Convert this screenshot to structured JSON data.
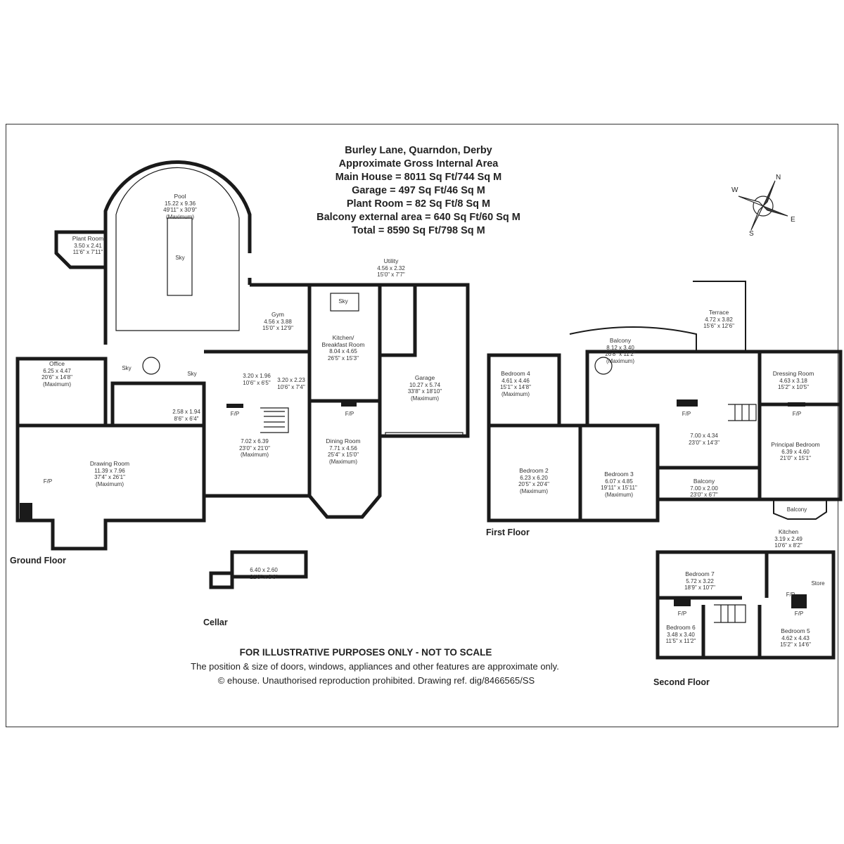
{
  "header": {
    "address": "Burley Lane, Quarndon, Derby",
    "area_title": "Approximate Gross Internal Area",
    "main_house": "Main House = 8011 Sq Ft/744 Sq M",
    "garage": "Garage = 497 Sq Ft/46 Sq M",
    "plant_room": "Plant Room = 82 Sq Ft/8 Sq M",
    "balcony": "Balcony external area = 640 Sq Ft/60 Sq M",
    "total": "Total = 8590 Sq Ft/798 Sq M"
  },
  "compass": {
    "n": "N",
    "e": "E",
    "s": "S",
    "w": "W"
  },
  "floors": {
    "ground": "Ground Floor",
    "cellar": "Cellar",
    "first": "First Floor",
    "second": "Second Floor"
  },
  "ground_rooms": {
    "plant_room": {
      "name": "Plant Room",
      "m": "3.50 x 2.41",
      "ft": "11'6\" x 7'11\""
    },
    "pool": {
      "name": "Pool",
      "m": "15.22 x 9.36",
      "ft": "49'11\" x 30'9\"",
      "note": "(Maximum)"
    },
    "pool_sky": "Sky",
    "sky_left": "Sky",
    "sky_right": "Sky",
    "office": {
      "name": "Office",
      "m": "6.25 x 4.47",
      "ft": "20'6\" x 14'8\"",
      "note": "(Maximum)"
    },
    "drawing_room": {
      "name": "Drawing Room",
      "m": "11.39 x 7.96",
      "ft": "37'4\" x 26'1\"",
      "note": "(Maximum)"
    },
    "drawing_fp": "F/P",
    "gym": {
      "name": "Gym",
      "m": "4.56 x 3.88",
      "ft": "15'0\" x 12'9\""
    },
    "small_a": {
      "m": "3.20 x 1.96",
      "ft": "10'6\" x 6'5\""
    },
    "small_b": {
      "m": "3.20 x 2.23",
      "ft": "10'6\" x 7'4\""
    },
    "small_c": {
      "m": "2.58 x 1.94",
      "ft": "8'6\" x 6'4\""
    },
    "hall": {
      "m": "7.02 x 6.39",
      "ft": "23'0\" x 21'0\"",
      "note": "(Maximum)"
    },
    "hall_fp": "F/P",
    "kitchen": {
      "name": "Kitchen/",
      "name2": "Breakfast Room",
      "m": "8.04 x 4.65",
      "ft": "26'5\" x 15'3\""
    },
    "kitchen_sky": "Sky",
    "utility": {
      "name": "Utility",
      "m": "4.56 x 2.32",
      "ft": "15'0\" x 7'7\""
    },
    "garage": {
      "name": "Garage",
      "m": "10.27 x 5.74",
      "ft": "33'8\" x 18'10\"",
      "note": "(Maximum)"
    },
    "dining": {
      "name": "Dining Room",
      "m": "7.71 x 4.56",
      "ft": "25'4\" x 15'0\"",
      "note": "(Maximum)"
    },
    "dining_fp": "F/P",
    "cellar": {
      "m": "6.40 x 2.60",
      "ft": "21'0\" x 8'6\""
    }
  },
  "first_rooms": {
    "terrace": {
      "name": "Terrace",
      "m": "4.72 x 3.82",
      "ft": "15'6\" x 12'6\""
    },
    "balcony_top": {
      "name": "Balcony",
      "m": "8.12 x 3.40",
      "ft": "26'8\" x 11'2\"",
      "note": "(Maximum)"
    },
    "bedroom4": {
      "name": "Bedroom 4",
      "m": "4.61 x 4.46",
      "ft": "15'1\" x 14'8\"",
      "note": "(Maximum)"
    },
    "dressing": {
      "name": "Dressing Room",
      "m": "4.63 x 3.18",
      "ft": "15'2\" x 10'5\""
    },
    "landing": {
      "m": "7.00 x 4.34",
      "ft": "23'0\" x 14'3\""
    },
    "landing_fp": "F/P",
    "principal_fp": "F/P",
    "principal": {
      "name": "Principal Bedroom",
      "m": "6.39 x 4.60",
      "ft": "21'0\" x 15'1\""
    },
    "bedroom2": {
      "name": "Bedroom 2",
      "m": "6.23 x 6.20",
      "ft": "20'5\" x 20'4\"",
      "note": "(Maximum)"
    },
    "bedroom3": {
      "name": "Bedroom 3",
      "m": "6.07 x 4.85",
      "ft": "19'11\" x 15'11\"",
      "note": "(Maximum)"
    },
    "balcony_mid": {
      "name": "Balcony",
      "m": "7.00 x 2.00",
      "ft": "23'0\" x 6'7\""
    },
    "balcony_small": "Balcony"
  },
  "second_rooms": {
    "kitchen": {
      "name": "Kitchen",
      "m": "3.19 x 2.49",
      "ft": "10'6\" x 8'2\""
    },
    "store": "Store",
    "bedroom7": {
      "name": "Bedroom 7",
      "m": "5.72 x 3.22",
      "ft": "18'9\" x 10'7\""
    },
    "fp_left": "F/P",
    "fp_right": "F/P",
    "fp_top": "F/P",
    "bedroom6": {
      "name": "Bedroom 6",
      "m": "3.48 x 3.40",
      "ft": "11'5\" x 11'2\""
    },
    "bedroom5": {
      "name": "Bedroom 5",
      "m": "4.62 x 4.43",
      "ft": "15'2\" x 14'6\""
    }
  },
  "footer": {
    "line1": "FOR ILLUSTRATIVE PURPOSES ONLY - NOT TO SCALE",
    "line2": "The position & size of doors, windows, appliances and other features are approximate only.",
    "line3": "© ehouse. Unauthorised reproduction prohibited. Drawing ref. dig/8466565/SS"
  }
}
